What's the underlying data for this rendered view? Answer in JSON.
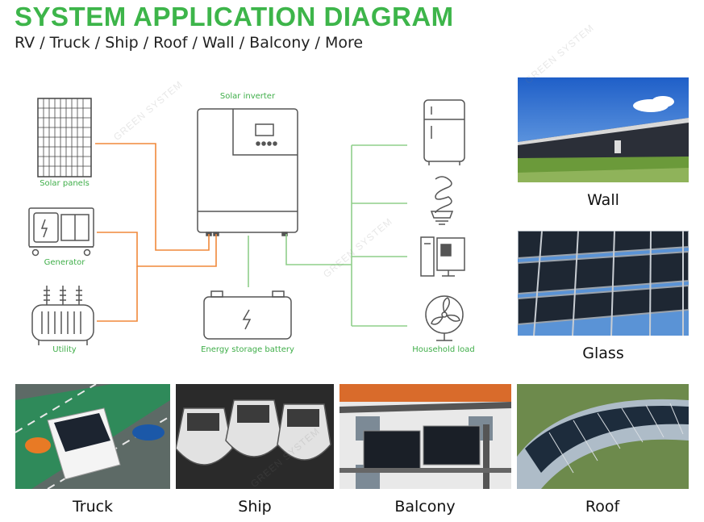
{
  "header": {
    "title": "SYSTEM APPLICATION DIAGRAM",
    "subtitle": "RV / Truck / Ship / Roof / Wall / Balcony / More"
  },
  "diagram": {
    "inverter_label": "Solar inverter",
    "solar_panels_label": "Solar panels",
    "generator_label": "Generator",
    "utility_label": "Utility",
    "battery_label": "Energy storage battery",
    "household_load_label": "Household load",
    "colors": {
      "source_lines": "#f0883a",
      "load_lines": "#8fcf8a",
      "accent": "#3db54a",
      "icon_stroke": "#555555"
    }
  },
  "applications": {
    "wall": "Wall",
    "glass": "Glass",
    "truck": "Truck",
    "ship": "Ship",
    "balcony": "Balcony",
    "roof": "Roof"
  },
  "watermark": "GREEN SYSTEM"
}
